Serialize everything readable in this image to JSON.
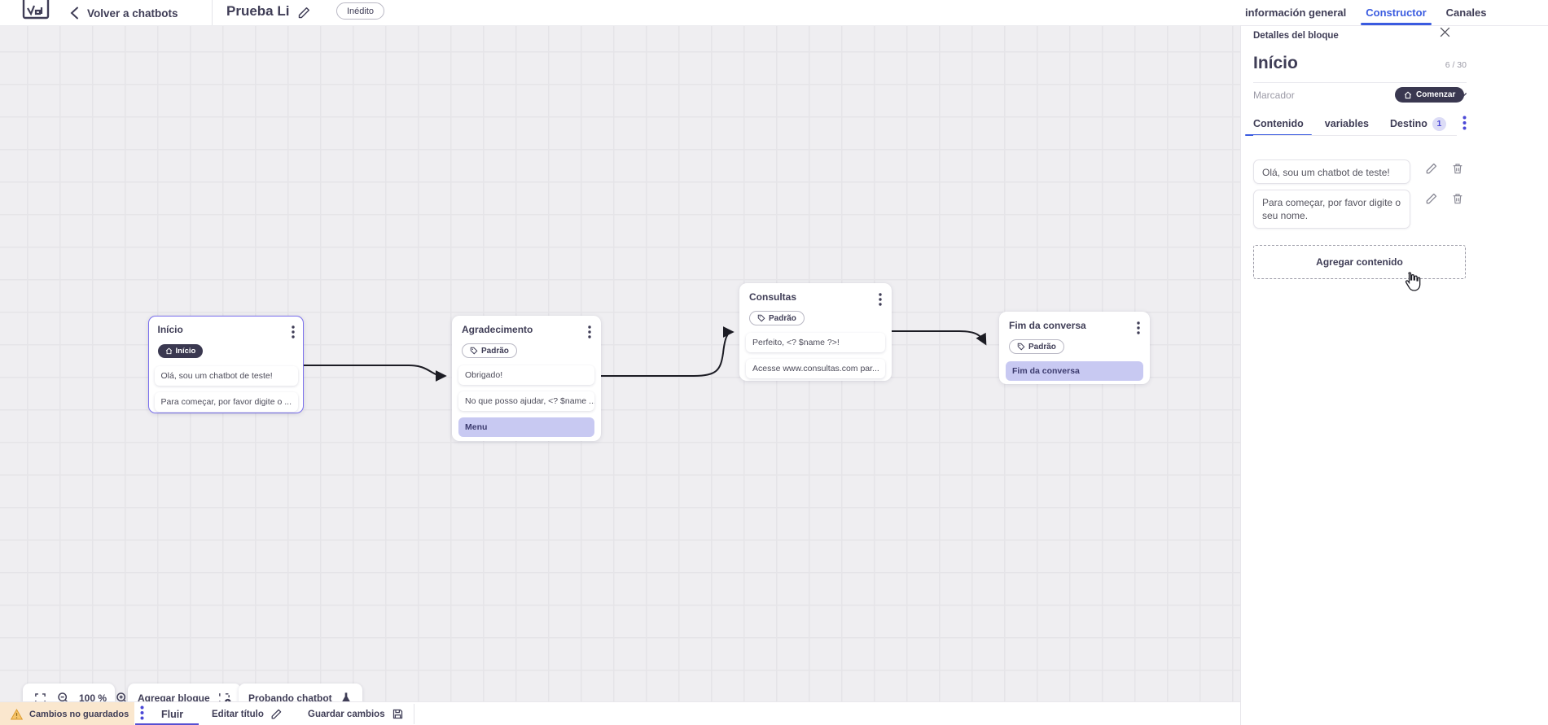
{
  "header": {
    "back_label": "Volver a chatbots",
    "title": "Prueba Li",
    "status_badge": "Inédito",
    "tabs": [
      {
        "label": "información general",
        "active": false
      },
      {
        "label": "Constructor",
        "active": true
      },
      {
        "label": "Canales",
        "active": false
      }
    ]
  },
  "panel": {
    "header_label": "Detalles del bloque",
    "block_title": "Início",
    "counter": "6 / 30",
    "marker_label": "Marcador",
    "marker_value": "Comenzar",
    "tabs": [
      {
        "label": "Contenido",
        "active": true
      },
      {
        "label": "variables",
        "active": false
      },
      {
        "label": "Destino",
        "active": false,
        "badge": "1"
      }
    ],
    "contents": [
      "Olá, sou um chatbot de teste!",
      "Para começar, por favor digite o seu nome."
    ],
    "add_content_label": "Agregar contenido"
  },
  "canvas": {
    "nodes": [
      {
        "title": "Início",
        "badge": "Início",
        "badge_style": "dark-home",
        "selected": true,
        "rows": [
          {
            "text": "Olá, sou um chatbot de teste!"
          },
          {
            "text": "Para começar, por favor digite o ..."
          }
        ]
      },
      {
        "title": "Agradecimento",
        "badge": "Padrão",
        "badge_style": "outline-tag",
        "selected": false,
        "rows": [
          {
            "text": "Obrigado!"
          },
          {
            "text": "No que posso ajudar, <? $name ..."
          },
          {
            "text": "Menu",
            "type": "menu"
          }
        ]
      },
      {
        "title": "Consultas",
        "badge": "Padrão",
        "badge_style": "outline-tag",
        "selected": false,
        "rows": [
          {
            "text": "Perfeito, <? $name ?>!"
          },
          {
            "text": "Acesse www.consultas.com par..."
          }
        ]
      },
      {
        "title": "Fim da conversa",
        "badge": "Padrão",
        "badge_style": "outline-tag",
        "selected": false,
        "rows": [
          {
            "text": "Fim da conversa",
            "type": "menu"
          }
        ]
      }
    ],
    "toolbar": {
      "zoom_level": "100 %",
      "add_block": "Agregar bloque",
      "test_chatbot": "Probando chatbot"
    }
  },
  "footer": {
    "warning": "Cambios no guardados",
    "flow_tab": "Fluir",
    "edit_title": "Editar título",
    "save": "Guardar cambios"
  },
  "colors": {
    "accent_blue": "#3A5BE0",
    "accent_indigo": "#5750D2",
    "node_border_selected": "#7B71EE",
    "lavender_row": "#C8C9F2",
    "dark_pill": "#3A3850",
    "warning_bg": "#FAE7CE",
    "warning_icon": "#E9A63C",
    "canvas_bg": "#EFEEF1",
    "grid_line": "#E5E4E8"
  }
}
